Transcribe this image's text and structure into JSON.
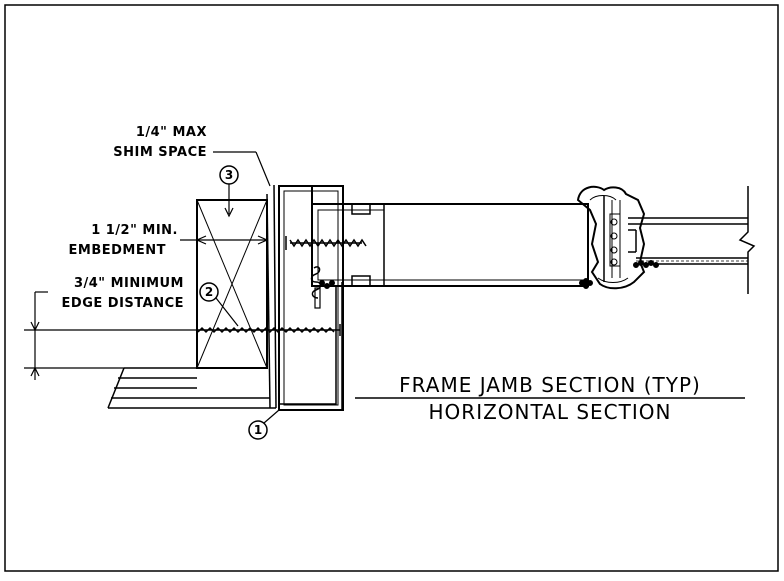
{
  "annotations": {
    "shim_line1": "1/4\" MAX",
    "shim_line2": "SHIM SPACE",
    "embed_line1": "1 1/2\" MIN.",
    "embed_line2": "EMBEDMENT",
    "edge_line1": "3/4\" MINIMUM",
    "edge_line2": "EDGE DISTANCE"
  },
  "callouts": {
    "c1": "1",
    "c2": "2",
    "c3": "3"
  },
  "title": {
    "line1": "FRAME JAMB SECTION (TYP)",
    "line2": "HORIZONTAL SECTION"
  }
}
